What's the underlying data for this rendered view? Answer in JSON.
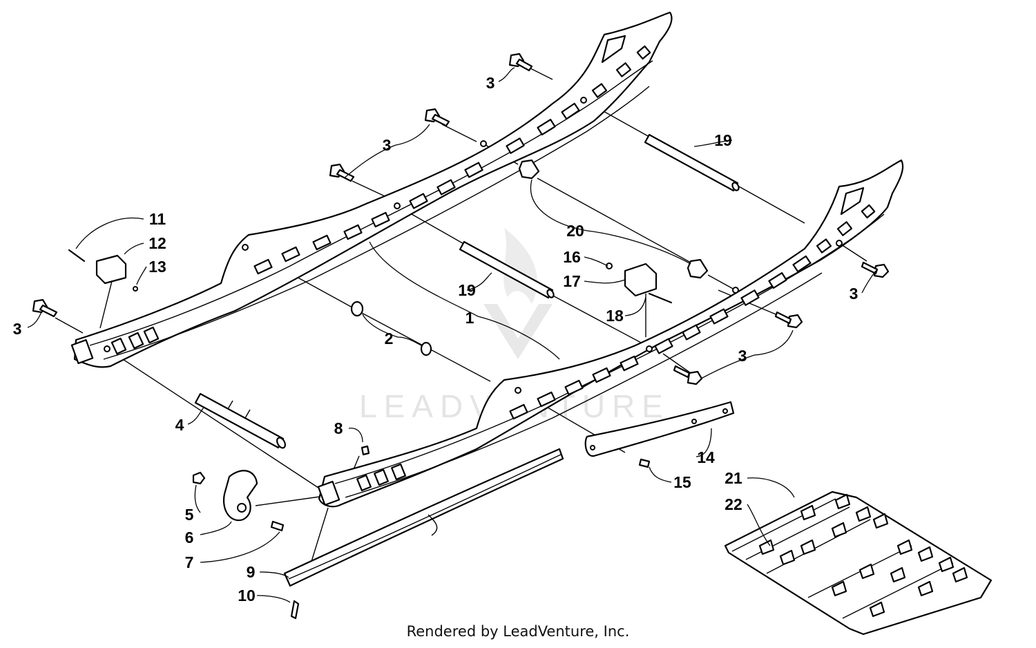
{
  "watermark": "LEADVENTURE",
  "credit": "Rendered by LeadVenture, Inc.",
  "callouts": [
    {
      "id": "c3a",
      "text": "3"
    },
    {
      "id": "c3b",
      "text": "3"
    },
    {
      "id": "c3c",
      "text": "3"
    },
    {
      "id": "c3d",
      "text": "3"
    },
    {
      "id": "c3e",
      "text": "3"
    },
    {
      "id": "c3f",
      "text": "3"
    },
    {
      "id": "c1",
      "text": "1"
    },
    {
      "id": "c2",
      "text": "2"
    },
    {
      "id": "c4",
      "text": "4"
    },
    {
      "id": "c5",
      "text": "5"
    },
    {
      "id": "c6",
      "text": "6"
    },
    {
      "id": "c7",
      "text": "7"
    },
    {
      "id": "c8",
      "text": "8"
    },
    {
      "id": "c9",
      "text": "9"
    },
    {
      "id": "c10",
      "text": "10"
    },
    {
      "id": "c11",
      "text": "11"
    },
    {
      "id": "c12",
      "text": "12"
    },
    {
      "id": "c13",
      "text": "13"
    },
    {
      "id": "c14",
      "text": "14"
    },
    {
      "id": "c15",
      "text": "15"
    },
    {
      "id": "c16",
      "text": "16"
    },
    {
      "id": "c17",
      "text": "17"
    },
    {
      "id": "c18",
      "text": "18"
    },
    {
      "id": "c19a",
      "text": "19"
    },
    {
      "id": "c19b",
      "text": "19"
    },
    {
      "id": "c20",
      "text": "20"
    },
    {
      "id": "c21",
      "text": "21"
    },
    {
      "id": "c22",
      "text": "22"
    }
  ]
}
